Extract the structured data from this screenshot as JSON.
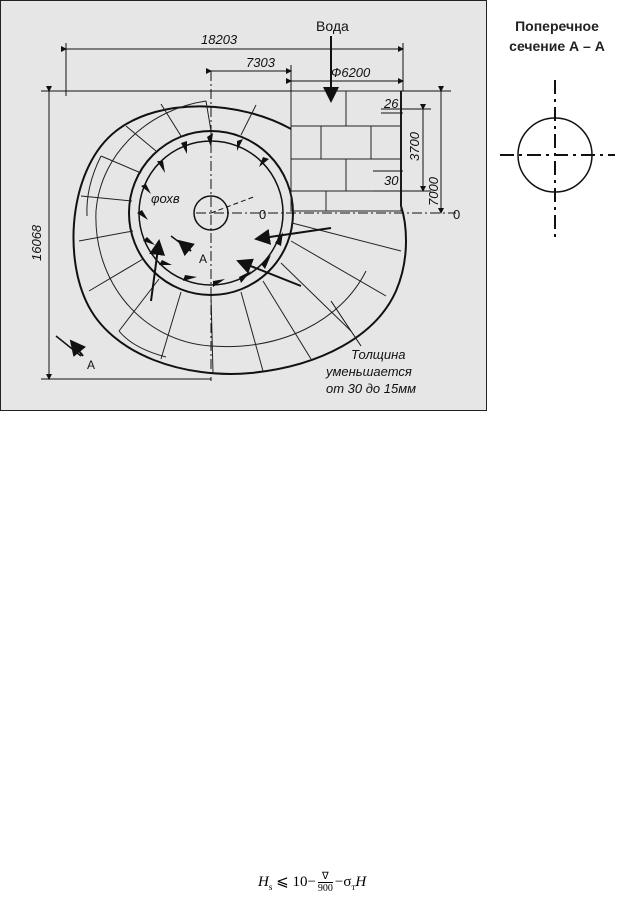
{
  "diagram": {
    "dim_total_width": "18203",
    "dim_partial_width": "7303",
    "dim_inlet_diameter": "Ф6200",
    "dim_total_height": "16068",
    "dim_inlet_height": "7000",
    "dim_inner_height": "3700",
    "thickness_top": "26",
    "thickness_mid": "30",
    "zero_label_center": "0",
    "zero_label_right": "0",
    "angle_label": "φохв",
    "water_label": "Вода",
    "section_mark": "A",
    "section_mark_inner": "A",
    "note_line1": "Толщина",
    "note_line2": "уменьшается",
    "note_line3": "от 30 до 15мм"
  },
  "section": {
    "title_line1": "Поперечное",
    "title_line2": "сечение А – А"
  },
  "formula": {
    "lhs": "H",
    "lhs_sub": "s",
    "relation": "⩽",
    "constant": "10",
    "minus1": "−",
    "numerator": "∇",
    "denominator": "900",
    "minus2": "−",
    "sigma": "σ",
    "sigma_sub": "т",
    "head": "H"
  }
}
